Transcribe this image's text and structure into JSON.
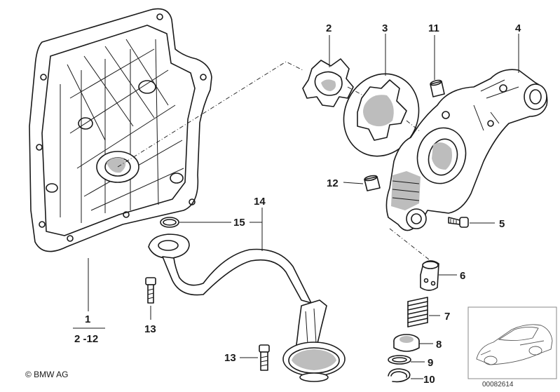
{
  "callouts": {
    "c1": "1",
    "c1_range": "2 -12",
    "c2": "2",
    "c3": "3",
    "c4": "4",
    "c5": "5",
    "c6": "6",
    "c7": "7",
    "c8": "8",
    "c9": "9",
    "c10": "10",
    "c11": "11",
    "c12": "12",
    "c13a": "13",
    "c13b": "13",
    "c14": "14",
    "c15": "15"
  },
  "copyright": "© BMW AG",
  "diagram_id": "00082614"
}
